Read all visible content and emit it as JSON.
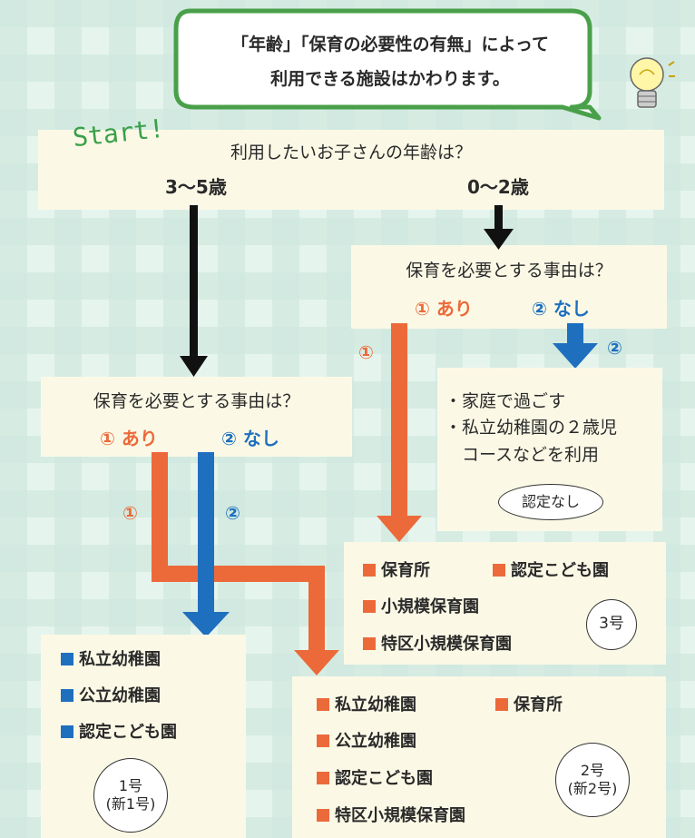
{
  "colors": {
    "orange": "#ec6a3a",
    "blue": "#1f6fbf",
    "box": "#fbf9e6",
    "bubble_border": "#4aa04a",
    "bg_a": "#cfe9df",
    "bg_b": "#e6f4ee"
  },
  "bubble": {
    "line1": "「年齢」「保育の必要性の有無」によって",
    "line2": "利用できる施設はかわります。",
    "icon": "lightbulb-icon"
  },
  "start": {
    "label": "Start!",
    "question": "利用したいお子さんの年齢は？",
    "age_left": "3〜5歳",
    "age_right": "0〜2歳"
  },
  "q_right": {
    "question": "保育を必要とする事由は？",
    "yes": "① あり",
    "no": "② なし"
  },
  "q_left": {
    "question": "保育を必要とする事由は？",
    "yes": "① あり",
    "no": "② なし"
  },
  "markers": {
    "one": "①",
    "two": "②"
  },
  "box_home": {
    "line1": "・家庭で過ごす",
    "line2": "・私立幼稚園の２歳児",
    "line3": "　コースなどを利用",
    "badge": "認定なし"
  },
  "box_3go": {
    "items": [
      "保育所",
      "認定こども園",
      "小規模保育園",
      "特区小規模保育園"
    ],
    "badge": "3号"
  },
  "box_1go": {
    "items": [
      "私立幼稚園",
      "公立幼稚園",
      "認定こども園"
    ],
    "badge_line1": "1号",
    "badge_line2": "(新1号)"
  },
  "box_2go": {
    "items": [
      "私立幼稚園",
      "保育所",
      "公立幼稚園",
      "認定こども園",
      "特区小規模保育園"
    ],
    "badge_line1": "2号",
    "badge_line2": "(新2号)"
  }
}
